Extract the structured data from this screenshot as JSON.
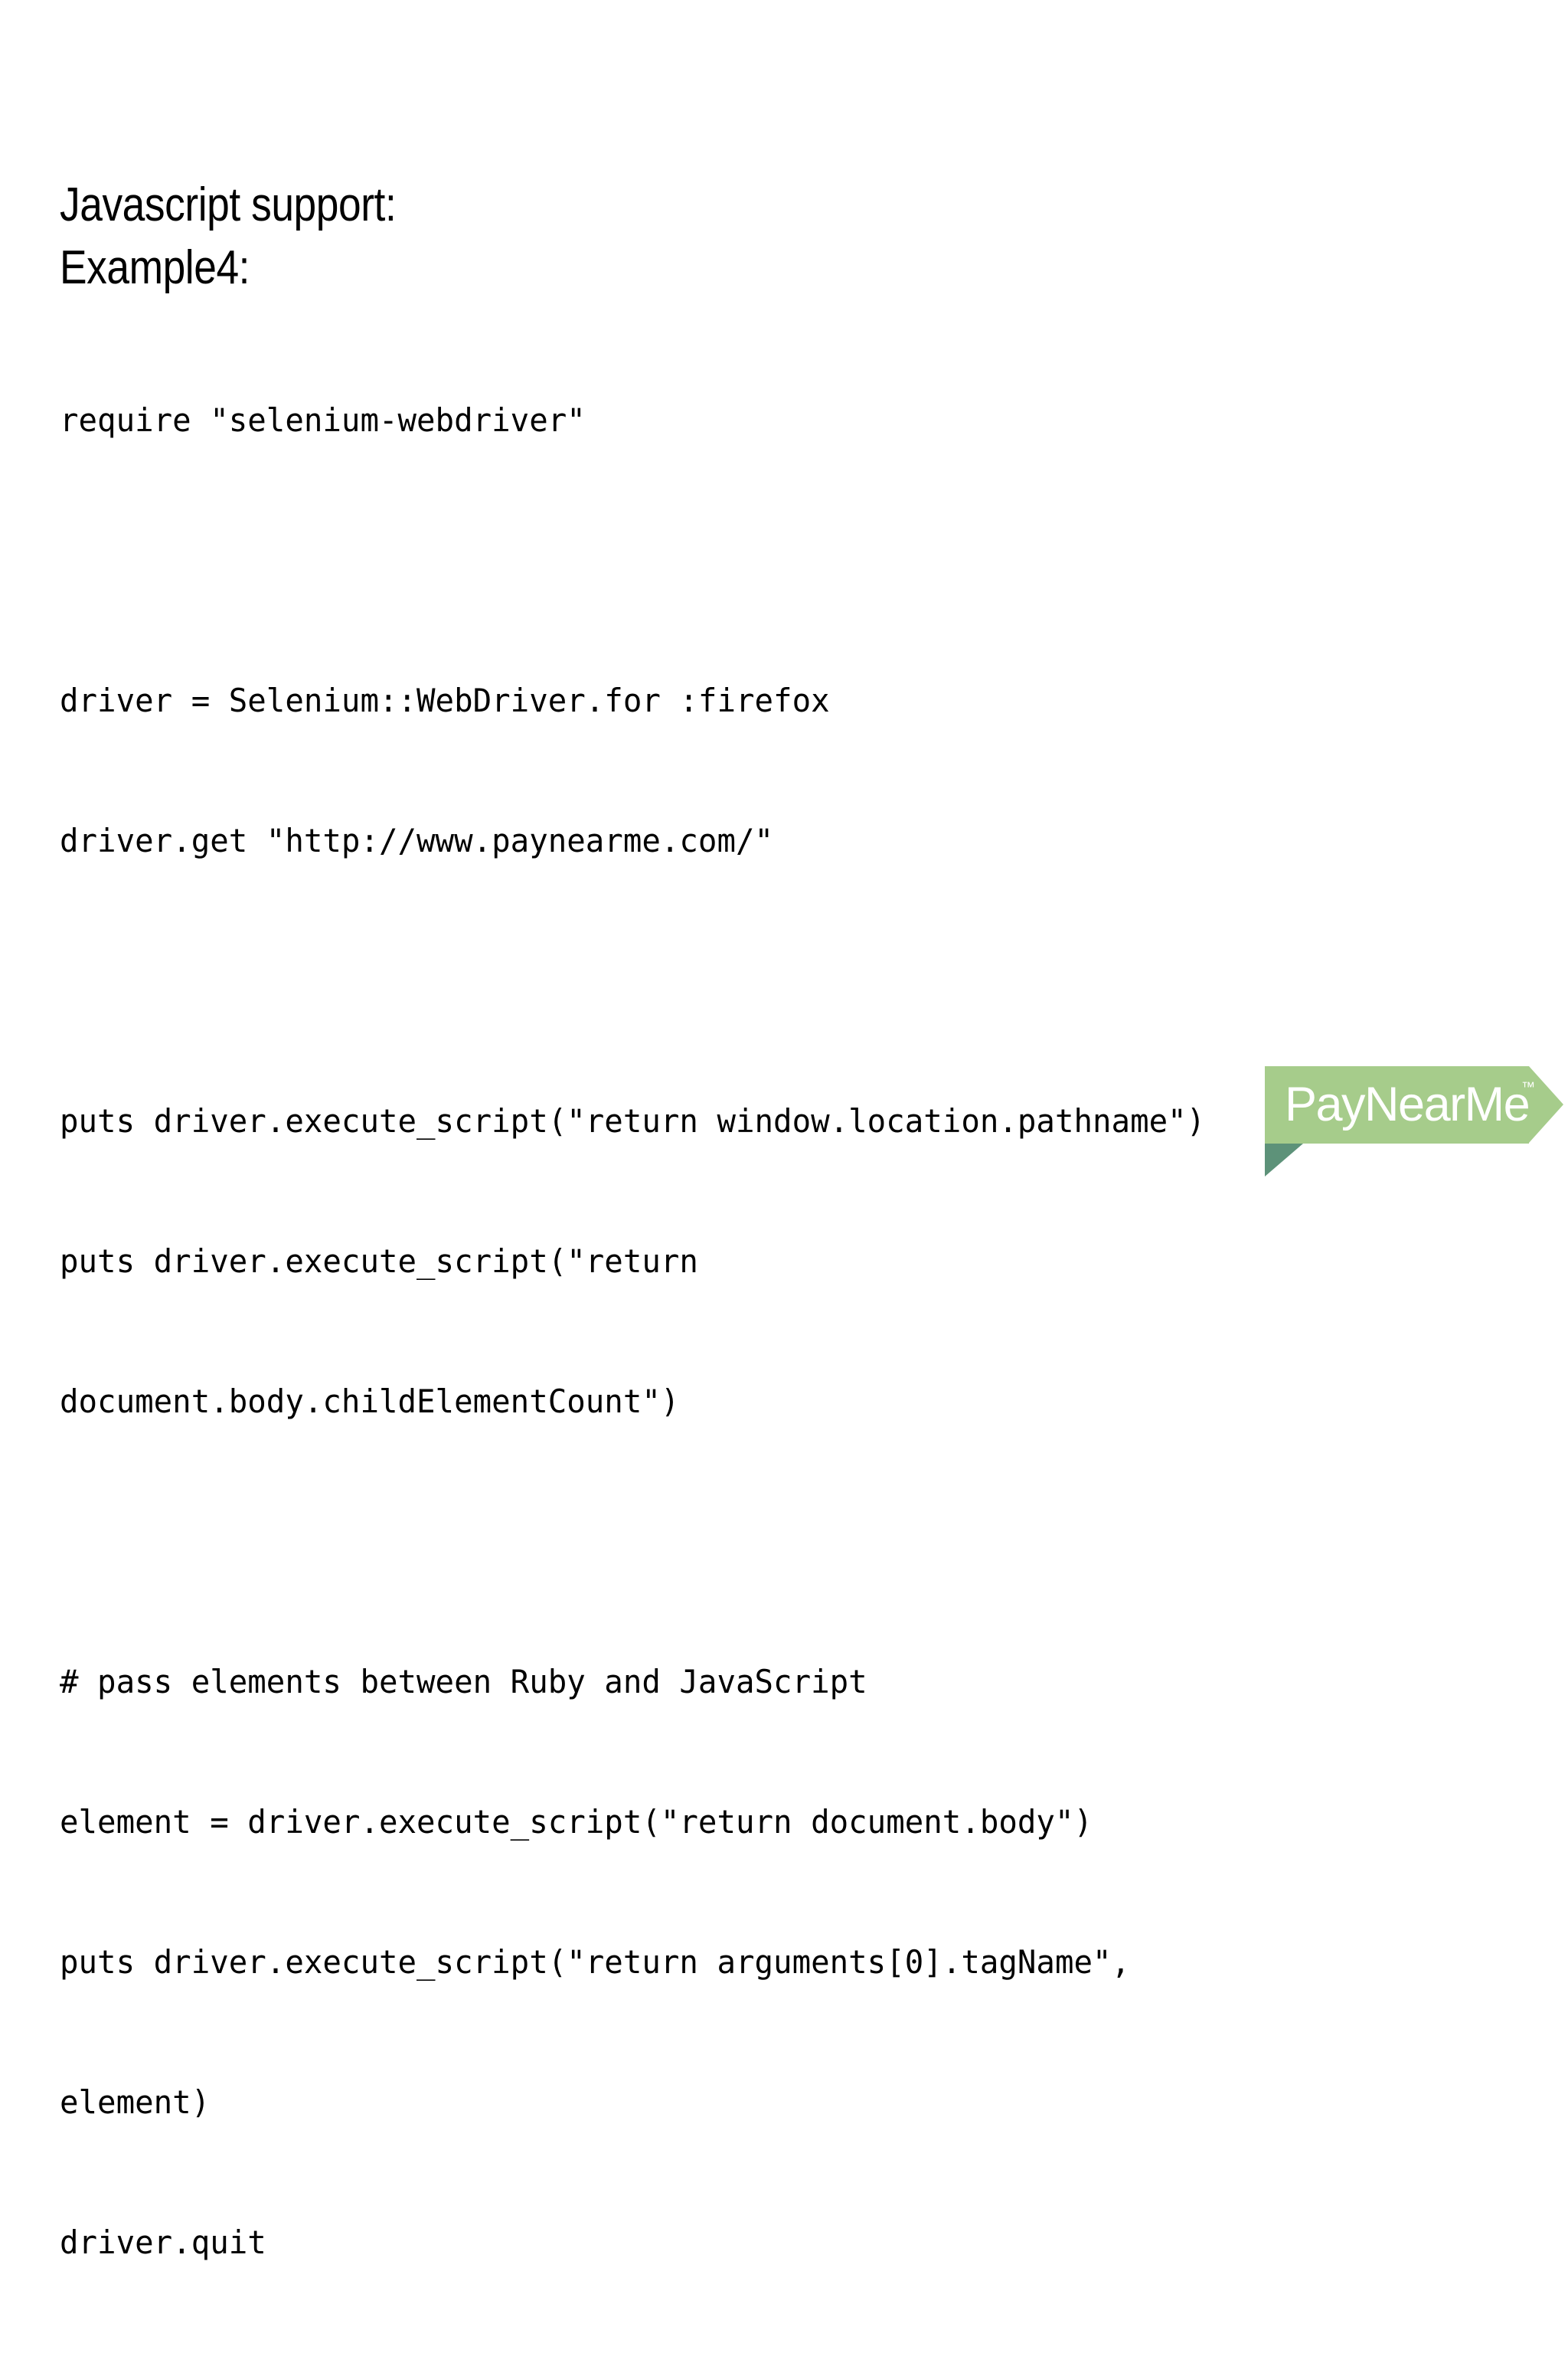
{
  "slide": {
    "background_color": "#ffffff",
    "heading_1": "Javascript support:",
    "heading_2": "Example4:",
    "code_lines": [
      "require \"selenium-webdriver\"",
      "",
      "driver = Selenium::WebDriver.for :firefox",
      "driver.get \"http://www.paynearme.com/\"",
      "",
      "puts driver.execute_script(\"return window.location.pathname\")",
      "puts driver.execute_script(\"return",
      "document.body.childElementCount\")",
      "",
      "# pass elements between Ruby and JavaScript",
      "element = driver.execute_script(\"return document.body\")",
      "puts driver.execute_script(\"return arguments[0].tagName\",",
      "element)",
      "driver.quit"
    ]
  },
  "logo": {
    "text": "PayNearMe",
    "trademark": "™",
    "banner_color": "#a6cc8b",
    "fold_color": "#5d9279",
    "text_color": "#ffffff"
  }
}
